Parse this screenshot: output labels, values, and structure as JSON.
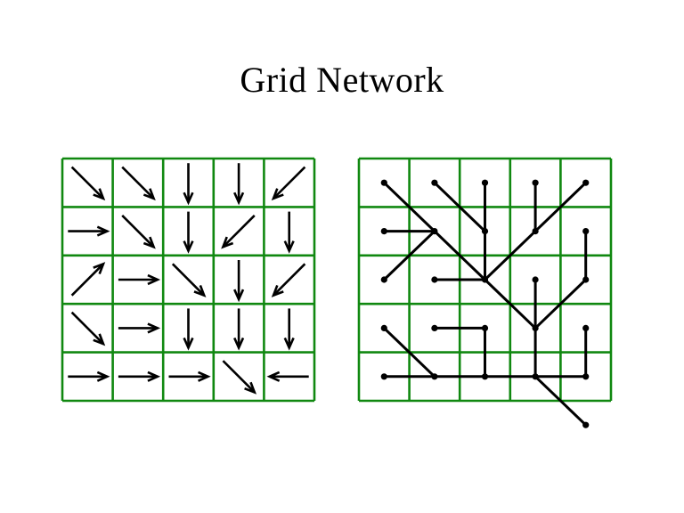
{
  "slide": {
    "title": "Grid Network",
    "background_color": "#ffffff",
    "grid_color": "#108810",
    "ink_color": "#000000"
  },
  "grids": {
    "rows": 5,
    "cols": 5,
    "left_panel_name": "arrow-direction-grid",
    "right_panel_name": "network-tree-grid"
  },
  "arrow_grid": {
    "caption": "",
    "directions": [
      [
        "SE",
        "SE",
        "S",
        "S",
        "SW"
      ],
      [
        "E",
        "SE",
        "S",
        "SW",
        "S"
      ],
      [
        "NE",
        "E",
        "SE",
        "S",
        "SW"
      ],
      [
        "SE",
        "E",
        "S",
        "S",
        "S"
      ],
      [
        "E",
        "E",
        "E",
        "SE",
        "W"
      ]
    ],
    "direction_glyphs": {
      "N": "↑",
      "S": "↓",
      "E": "→",
      "W": "←",
      "NE": "↗",
      "SE": "↘",
      "SW": "↙",
      "NW": "↖"
    }
  },
  "network_grid": {
    "caption": "",
    "node_count": 25,
    "edges": [
      {
        "from": [
          0,
          0
        ],
        "to": [
          1,
          1
        ]
      },
      {
        "from": [
          0,
          1
        ],
        "to": [
          1,
          2
        ]
      },
      {
        "from": [
          0,
          2
        ],
        "to": [
          1,
          2
        ]
      },
      {
        "from": [
          0,
          3
        ],
        "to": [
          1,
          3
        ]
      },
      {
        "from": [
          0,
          4
        ],
        "to": [
          1,
          3
        ]
      },
      {
        "from": [
          1,
          0
        ],
        "to": [
          1,
          1
        ]
      },
      {
        "from": [
          1,
          1
        ],
        "to": [
          2,
          2
        ]
      },
      {
        "from": [
          1,
          2
        ],
        "to": [
          2,
          2
        ]
      },
      {
        "from": [
          1,
          3
        ],
        "to": [
          2,
          2
        ]
      },
      {
        "from": [
          1,
          4
        ],
        "to": [
          2,
          4
        ]
      },
      {
        "from": [
          2,
          0
        ],
        "to": [
          1,
          1
        ]
      },
      {
        "from": [
          2,
          1
        ],
        "to": [
          2,
          2
        ]
      },
      {
        "from": [
          2,
          2
        ],
        "to": [
          3,
          3
        ]
      },
      {
        "from": [
          2,
          3
        ],
        "to": [
          3,
          3
        ]
      },
      {
        "from": [
          2,
          4
        ],
        "to": [
          3,
          3
        ]
      },
      {
        "from": [
          3,
          0
        ],
        "to": [
          4,
          1
        ]
      },
      {
        "from": [
          3,
          1
        ],
        "to": [
          3,
          2
        ]
      },
      {
        "from": [
          3,
          2
        ],
        "to": [
          4,
          2
        ]
      },
      {
        "from": [
          3,
          3
        ],
        "to": [
          4,
          3
        ]
      },
      {
        "from": [
          3,
          4
        ],
        "to": [
          4,
          4
        ]
      },
      {
        "from": [
          4,
          0
        ],
        "to": [
          4,
          1
        ]
      },
      {
        "from": [
          4,
          1
        ],
        "to": [
          4,
          2
        ]
      },
      {
        "from": [
          4,
          2
        ],
        "to": [
          4,
          3
        ]
      },
      {
        "from": [
          4,
          3
        ],
        "to": [
          5,
          4
        ]
      },
      {
        "from": [
          4,
          4
        ],
        "to": [
          4,
          3
        ]
      }
    ]
  }
}
